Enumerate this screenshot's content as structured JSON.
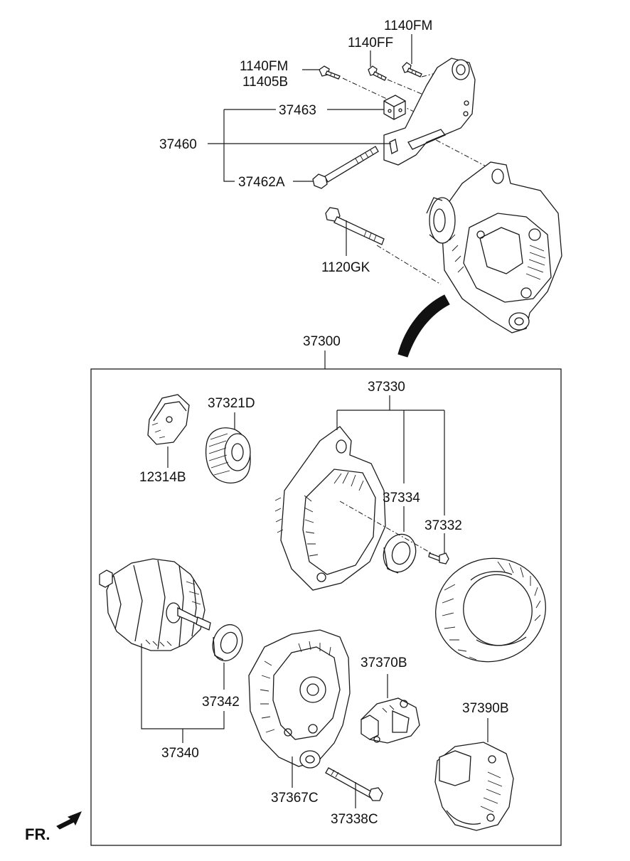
{
  "labels": {
    "p1140FM_top": "1140FM",
    "p1140FF": "1140FF",
    "p1140FM_left": "1140FM",
    "p11405B": "11405B",
    "p37463": "37463",
    "p37460": "37460",
    "p37462A": "37462A",
    "p1120GK": "1120GK",
    "p37300": "37300",
    "p37330": "37330",
    "p37321D": "37321D",
    "p12314B": "12314B",
    "p37334": "37334",
    "p37332": "37332",
    "p37370B": "37370B",
    "p37342": "37342",
    "p37390B": "37390B",
    "p37340": "37340",
    "p37367C": "37367C",
    "p37338C": "37338C"
  },
  "direction": {
    "label": "FR."
  }
}
